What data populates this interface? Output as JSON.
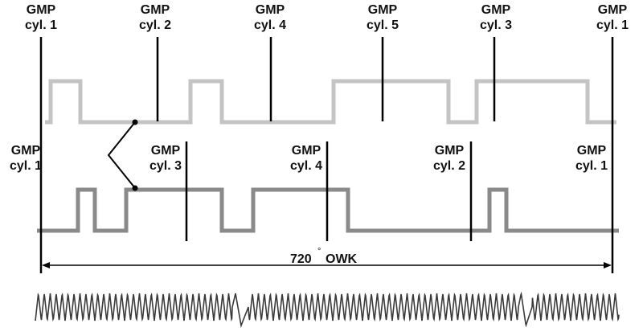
{
  "top_labels": [
    {
      "line1": "GMP",
      "line2": "cyl. 1"
    },
    {
      "line1": "GMP",
      "line2": "cyl. 2"
    },
    {
      "line1": "GMP",
      "line2": "cyl. 4"
    },
    {
      "line1": "GMP",
      "line2": "cyl. 5"
    },
    {
      "line1": "GMP",
      "line2": "cyl. 3"
    },
    {
      "line1": "GMP",
      "line2": "cyl. 1"
    }
  ],
  "middle_labels": [
    {
      "line1": "GMP",
      "line2": "cyl. 1"
    },
    {
      "line1": "GMP",
      "line2": "cyl. 3"
    },
    {
      "line1": "GMP",
      "line2": "cyl. 4"
    },
    {
      "line1": "GMP",
      "line2": "cyl. 2"
    },
    {
      "line1": "GMP",
      "line2": "cyl. 1"
    }
  ],
  "dimension": {
    "value": "720",
    "degree_mark": "°",
    "unit": "OWK"
  },
  "colors": {
    "upper_signal": "#c4c4c4",
    "lower_signal": "#8a8a8a",
    "marker": "#000000",
    "sine": "#3a3a3a"
  }
}
